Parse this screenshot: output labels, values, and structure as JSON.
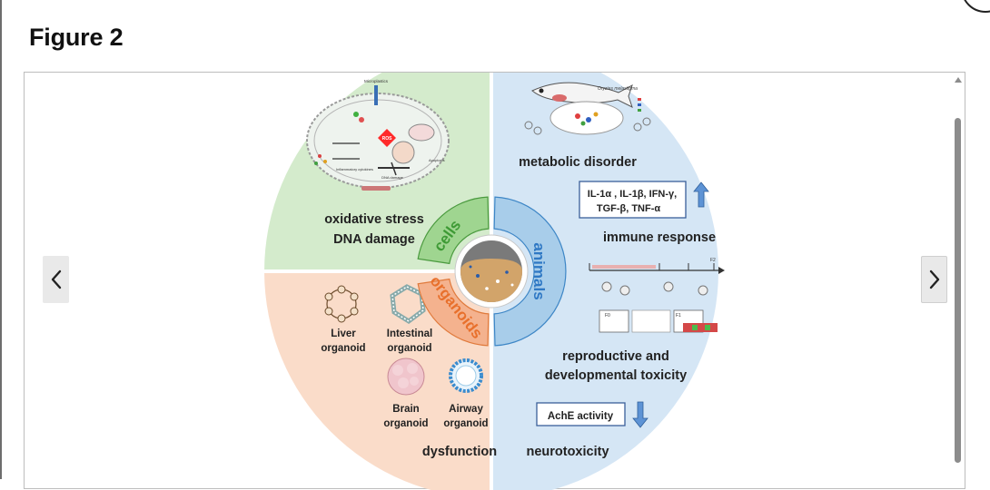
{
  "page": {
    "title": "Figure 2"
  },
  "figure": {
    "quadrants": {
      "top_left": {
        "label_line1": "oxidative stress",
        "label_line2": "DNA damage",
        "small_labels": [
          "Microplastics",
          "ROS",
          "DNA damage",
          "Apoptosis",
          "Inflammatory cytokines"
        ]
      },
      "top_right": {
        "fish_label": "Oryzias melastigma",
        "label": "metabolic disorder",
        "cytokines_line1": "IL-1α , IL-1β, IFN-γ,",
        "cytokines_line2": "TGF-β, TNF-α",
        "immune_label": "immune response",
        "timeline_labels": [
          "F0",
          "F1",
          "F2"
        ]
      },
      "bottom_right": {
        "repro_line1": "reproductive and",
        "repro_line2": "developmental toxicity",
        "ache_label": "AchE activity",
        "neuro_label": "neurotoxicity"
      },
      "bottom_left": {
        "liver_line1": "Liver",
        "liver_line2": "organoid",
        "intestinal_line1": "Intestinal",
        "intestinal_line2": "organoid",
        "brain_line1": "Brain",
        "brain_line2": "organoid",
        "airway_line1": "Airway",
        "airway_line2": "organoid",
        "dysfunction_label": "dysfunction"
      }
    },
    "ring_labels": {
      "cells": "cells",
      "organoids": "organoids",
      "animals": "animals"
    },
    "colors": {
      "green": "#d4ebcc",
      "blue": "#d5e6f5",
      "peach": "#fadcc9",
      "cells": "#9fd590",
      "organoids": "#f4b28e",
      "animals": "#a8cdea",
      "cells_text": "#3e9a35",
      "organoids_text": "#e8702c",
      "animals_text": "#2f78c4",
      "arrow_blue": "#5d93d5"
    }
  },
  "nav": {
    "prev_icon": "chevron-left-icon",
    "next_icon": "chevron-right-icon"
  },
  "scrollbar": {
    "up_icon": "triangle-up-icon"
  }
}
